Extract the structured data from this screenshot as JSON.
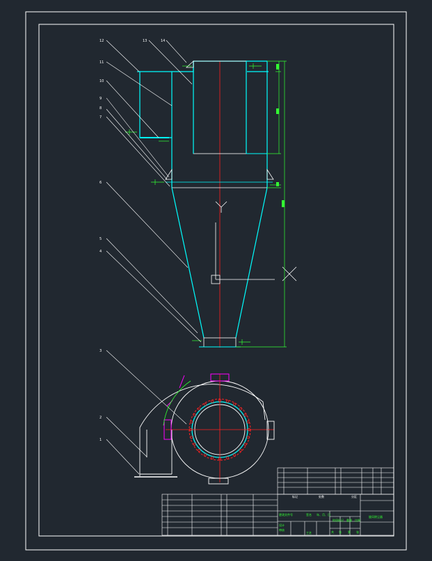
{
  "colors": {
    "background": "#212830",
    "frame": "#ffffff",
    "body_outline": "#00ffff",
    "center_line": "#ff2020",
    "dimension": "#33ff33",
    "flange_bolts": "#ff00ff",
    "leader": "#ffffff"
  },
  "icons": {
    "crosshair": "ucs-crosshair-icon",
    "view_marker": "view-direction-icon"
  },
  "callouts": [
    "12",
    "13",
    "14",
    "11",
    "10",
    "9",
    "8",
    "7",
    "6",
    "5",
    "4",
    "3",
    "2",
    "1"
  ],
  "title_block": {
    "table_name": "旋风除尘器",
    "header_labels": [
      "标记",
      "处数",
      "分区",
      "更改文件号",
      "签名",
      "年、月、日"
    ],
    "row_labels": [
      "设计",
      "审核",
      "工艺"
    ],
    "right_labels": [
      "阶段标记",
      "重量",
      "比例"
    ],
    "bottom_labels": [
      "共",
      "张",
      "第",
      "张"
    ]
  }
}
